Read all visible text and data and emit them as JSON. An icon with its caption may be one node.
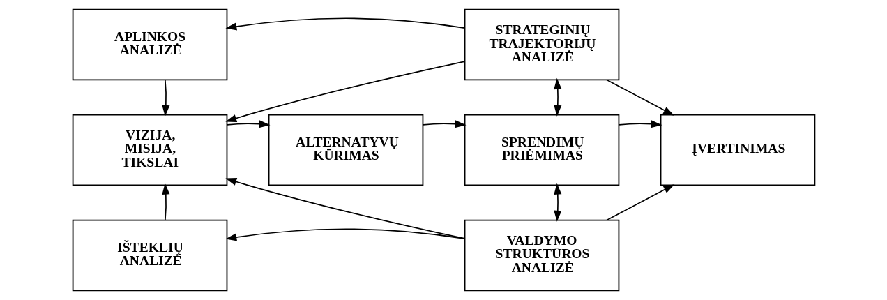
{
  "diagram": {
    "nodes": [
      {
        "text": [
          "APLINKOS ANALIZĖ"
        ]
      },
      {
        "text": [
          "STRATEGINIŲ TRAJEKTORIJŲ ANALIZĖ"
        ]
      },
      {
        "text": [
          "VIZIJA, MISIJA, TIKSLAI"
        ]
      },
      {
        "text": [
          "ALTERNATYVŲ KŪRIMAS"
        ]
      },
      {
        "text": [
          "SPRENDIMŲ PRIĖMIMAS"
        ]
      },
      {
        "text": [
          "ĮVERTINIMAS"
        ]
      },
      {
        "text": [
          "IŠTEKLIŲ ANALIZĖ"
        ]
      },
      {
        "text": [
          "VALDYMO STRUKTŪROS ANALIZĖ"
        ]
      }
    ],
    "edges": [
      {
        "from": 1,
        "to": 0,
        "arrow": "to"
      },
      {
        "from": 1,
        "to": 2,
        "arrow": "to"
      },
      {
        "from": 0,
        "to": 2,
        "arrow": "to"
      },
      {
        "from": 1,
        "to": 4,
        "arrow": "both"
      },
      {
        "from": 1,
        "to": 5,
        "arrow": "to"
      },
      {
        "from": 2,
        "to": 3,
        "arrow": "to"
      },
      {
        "from": 3,
        "to": 4,
        "arrow": "to"
      },
      {
        "from": 4,
        "to": 5,
        "arrow": "to"
      },
      {
        "from": 6,
        "to": 2,
        "arrow": "to"
      },
      {
        "from": 4,
        "to": 7,
        "arrow": "both"
      },
      {
        "from": 7,
        "to": 5,
        "arrow": "to"
      },
      {
        "from": 7,
        "to": 2,
        "arrow": "to"
      },
      {
        "from": 7,
        "to": 6,
        "arrow": "to"
      }
    ]
  }
}
